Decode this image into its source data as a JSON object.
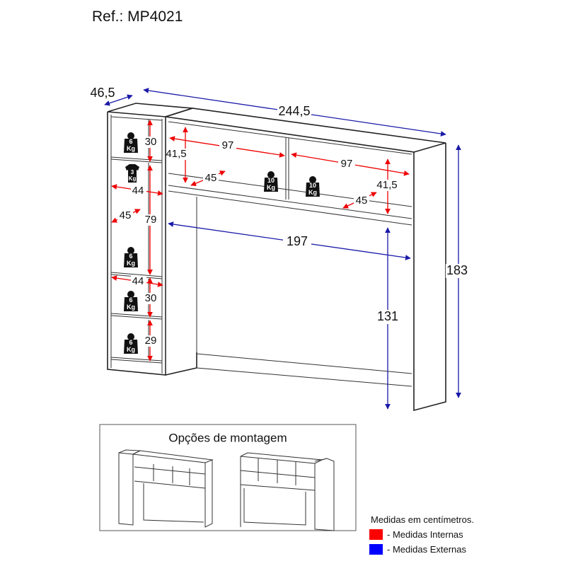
{
  "header": {
    "reference": "Ref.: MP4021"
  },
  "dimensions": {
    "depth": "46,5",
    "width": "244,5",
    "height": "183",
    "bed_width": "197",
    "bed_height": "131",
    "niche_width_left": "97",
    "niche_width_right": "97",
    "niche_height_left": "41,5",
    "niche_height_right": "41,5",
    "niche_depth_left": "45",
    "niche_depth_right": "45",
    "tower_top_height": "30",
    "tower_width_upper": "44",
    "tower_depth": "45",
    "tower_hanging_height": "79",
    "tower_width_lower": "44",
    "tower_lower_height_1": "30",
    "tower_lower_height_2": "29"
  },
  "weights": {
    "tower_shelf_1": {
      "value": "6",
      "unit": "Kg"
    },
    "hanger_rod": {
      "value": "3",
      "unit": "Kg"
    },
    "tower_shelf_2": {
      "value": "6",
      "unit": "Kg"
    },
    "tower_shelf_3": {
      "value": "6",
      "unit": "Kg"
    },
    "tower_shelf_4": {
      "value": "6",
      "unit": "Kg"
    },
    "niche_left": {
      "value": "10",
      "unit": "Kg"
    },
    "niche_right": {
      "value": "10",
      "unit": "Kg"
    }
  },
  "assembly": {
    "title": "Opções de montagem"
  },
  "legend": {
    "title": "Medidas em centímetros.",
    "items": [
      {
        "label": "- Medidas Internas",
        "color": "#ff0000"
      },
      {
        "label": "- Medidas Externas",
        "color": "#0000ff"
      }
    ]
  }
}
